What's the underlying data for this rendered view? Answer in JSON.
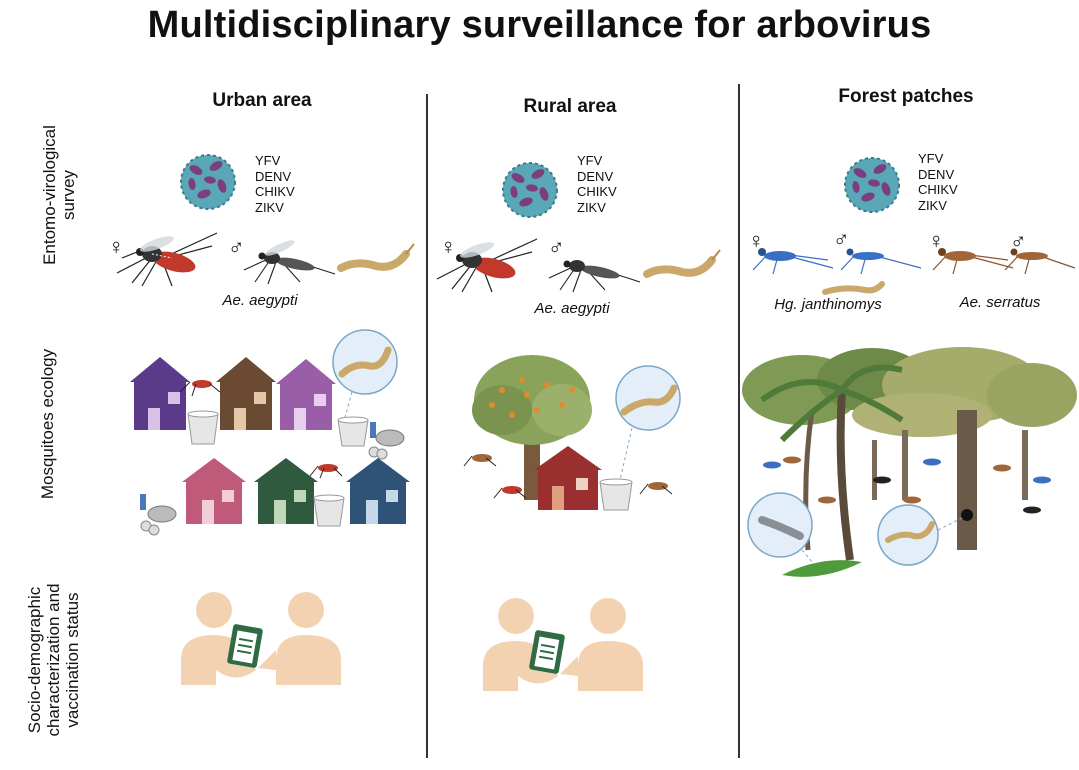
{
  "title": "Multidisciplinary surveillance for arbovirus",
  "columns": [
    {
      "title": "Urban area"
    },
    {
      "title": "Rural area"
    },
    {
      "title": "Forest patches"
    }
  ],
  "rows": [
    {
      "label": "Entomo-virological\nsurvey"
    },
    {
      "label": "Mosquitoes ecology"
    },
    {
      "label": "Socio-demographic\ncharacterization and\nvaccination status"
    }
  ],
  "viruses": [
    "YFV",
    "DENV",
    "CHIKV",
    "ZIKV"
  ],
  "species": {
    "urban": "Ae. aegypti",
    "rural": "Ae. aegypti",
    "forest_1": "Hg. janthinomys",
    "forest_2": "Ae. serratus"
  },
  "symbols": {
    "female": "♀",
    "male": "♂"
  },
  "colors": {
    "virus_body": "#5aa7b8",
    "virus_spikes": "#7b3f7d",
    "female_abdomen": "#c0392b",
    "larva": "#c9a86a",
    "hg_mosquito": "#3a6fc4",
    "serratus_mosquito": "#a0663a",
    "tree_foliage": "#8aa35a",
    "person": "#f2d2b0",
    "clipboard": "#2f6b44",
    "house_purple": "#5c3a8a",
    "house_brown": "#6b4a33",
    "house_lilac": "#9a5ea8",
    "house_pink": "#c05a7a",
    "house_green": "#2f5a3e",
    "house_blue": "#2f5277",
    "house_red": "#9a2f2f"
  }
}
